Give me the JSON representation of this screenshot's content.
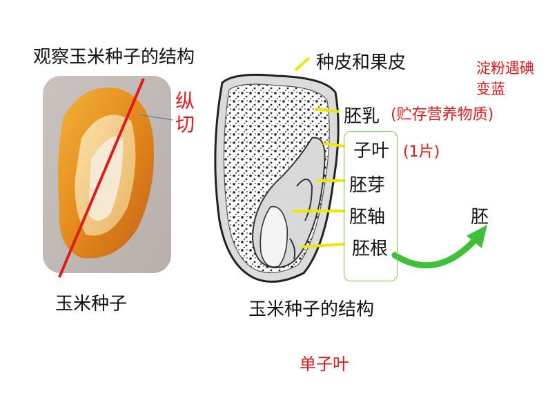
{
  "left_title": "观察玉米种子的结构",
  "left_caption": "玉米种子",
  "cut_label": "纵切",
  "right_caption": "玉米种子的结构",
  "monocot_label": "单子叶",
  "labels": {
    "seed_coat": "种皮和果皮",
    "endosperm": "胚乳",
    "endosperm_note": "(贮存营养物质)",
    "iodine_note": "淀粉遇碘变蓝",
    "cotyledon": "子叶",
    "cotyledon_note": "(1片)",
    "plumule": "胚芽",
    "hypocotyl": "胚轴",
    "radicle": "胚根",
    "embryo": "胚"
  },
  "colors": {
    "red": "#e0191b",
    "yellow": "#f2e600",
    "green": "#3fbf3a",
    "bracket": "#7ecb47"
  }
}
